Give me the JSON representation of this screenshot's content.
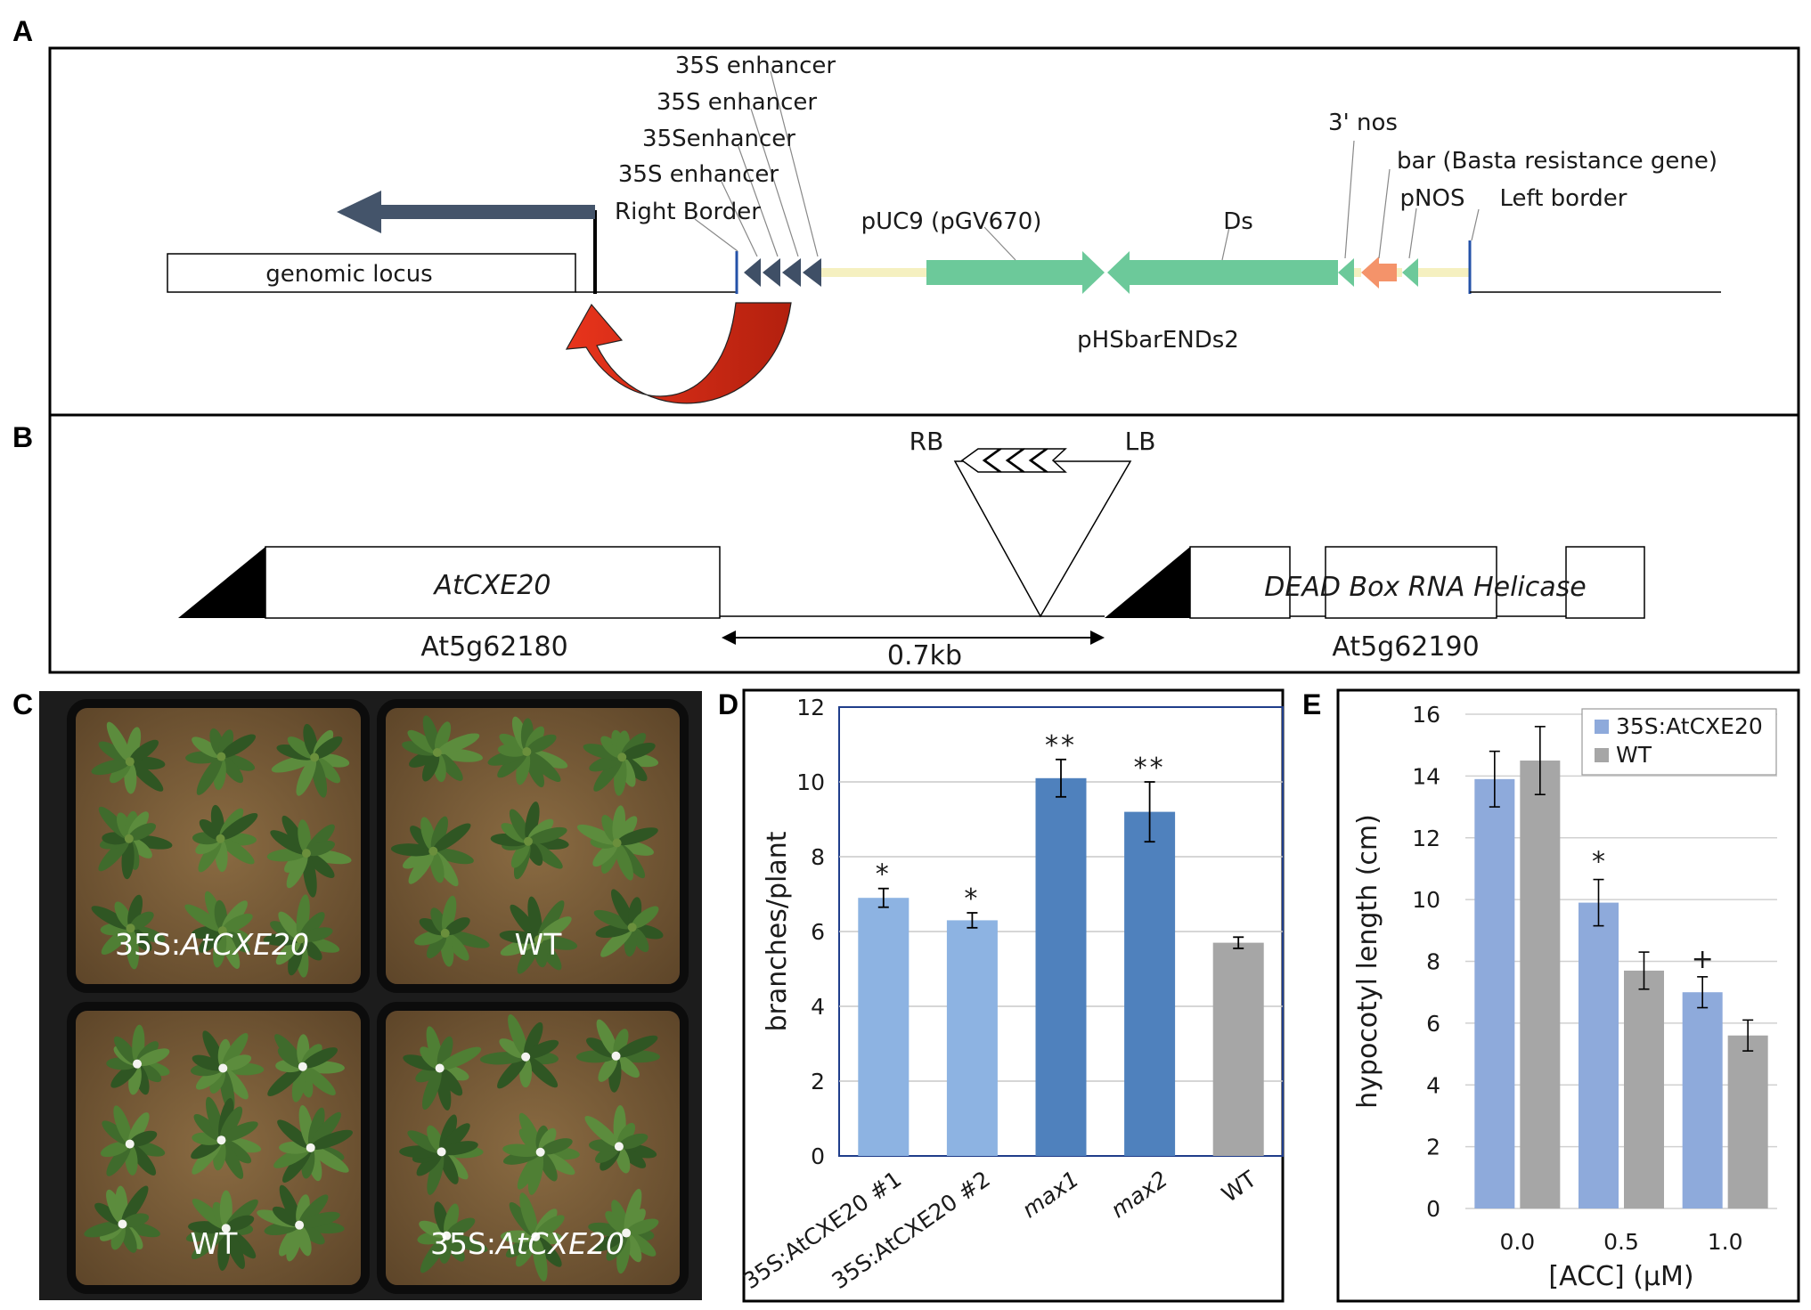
{
  "panels": {
    "a": {
      "letter": "A",
      "labels": {
        "enh1": "35S enhancer",
        "enh2": "35S enhancer",
        "enh3": "35Senhancer",
        "enh4": "35S enhancer",
        "right_border": "Right Border",
        "genomic_locus": "genomic locus",
        "puc9": "pUC9 (pGV670)",
        "ds": "Ds",
        "nos3": "3' nos",
        "bar": "bar (Basta resistance gene)",
        "pnos": "pNOS",
        "left_border": "Left border",
        "plasmid": "pHSbarENDs2"
      },
      "colors": {
        "enhancer": "#3f4f66",
        "arrow_blue": "#44546a",
        "green": "#6cc99a",
        "orange": "#f4936a",
        "red": "#e8341c",
        "dark_red": "#b3200e",
        "backbone": "#f5f0c0",
        "border_tick": "#2452a8"
      }
    },
    "b": {
      "letter": "B",
      "labels": {
        "rb": "RB",
        "lb": "LB",
        "gene1": "AtCXE20",
        "gene1_locus": "At5g62180",
        "distance": "0.7kb",
        "gene2": "DEAD Box RNA Helicase",
        "gene2_locus": "At5g62190"
      }
    },
    "c": {
      "letter": "C",
      "pots": [
        {
          "prefix": "35S:",
          "name": "AtCXE20"
        },
        {
          "prefix": "WT",
          "name": ""
        },
        {
          "prefix": "WT",
          "name": ""
        },
        {
          "prefix": "35S:",
          "name": "AtCXE20"
        }
      ]
    },
    "d": {
      "letter": "D"
    },
    "e": {
      "letter": "E"
    }
  },
  "chart_data": [
    {
      "type": "bar",
      "panel": "D",
      "categories": [
        "35S:AtCXE20 #1",
        "35S:AtCXE20 #2",
        "max1",
        "max2",
        "WT"
      ],
      "values": [
        6.9,
        6.3,
        10.1,
        9.2,
        5.7
      ],
      "errors": [
        0.25,
        0.2,
        0.5,
        0.8,
        0.15
      ],
      "significance": [
        "*",
        "*",
        "**",
        "**",
        ""
      ],
      "bar_colors": [
        "#8db3e2",
        "#8db3e2",
        "#4f81bd",
        "#4f81bd",
        "#a6a6a6"
      ],
      "ylabel": "branches/plant",
      "xlabel": "",
      "ylim": [
        0,
        12
      ],
      "yticks": [
        0,
        2,
        4,
        6,
        8,
        10,
        12
      ],
      "grid": true
    },
    {
      "type": "bar",
      "panel": "E",
      "categories": [
        "0.0",
        "0.5",
        "1.0"
      ],
      "series": [
        {
          "name": "35S:AtCXE20",
          "values": [
            13.9,
            9.9,
            7.0
          ],
          "errors": [
            0.9,
            0.75,
            0.5
          ],
          "color": "#8eaadb"
        },
        {
          "name": "WT",
          "values": [
            14.5,
            7.7,
            5.6
          ],
          "errors": [
            1.1,
            0.6,
            0.5
          ],
          "color": "#a6a6a6"
        }
      ],
      "significance": [
        "",
        "*",
        "+"
      ],
      "ylabel": "hypocotyl length (cm)",
      "xlabel": "[ACC] (μM)",
      "ylim": [
        0,
        16
      ],
      "yticks": [
        0,
        2,
        4,
        6,
        8,
        10,
        12,
        14,
        16
      ],
      "legend": "top-right",
      "grid": true
    }
  ]
}
